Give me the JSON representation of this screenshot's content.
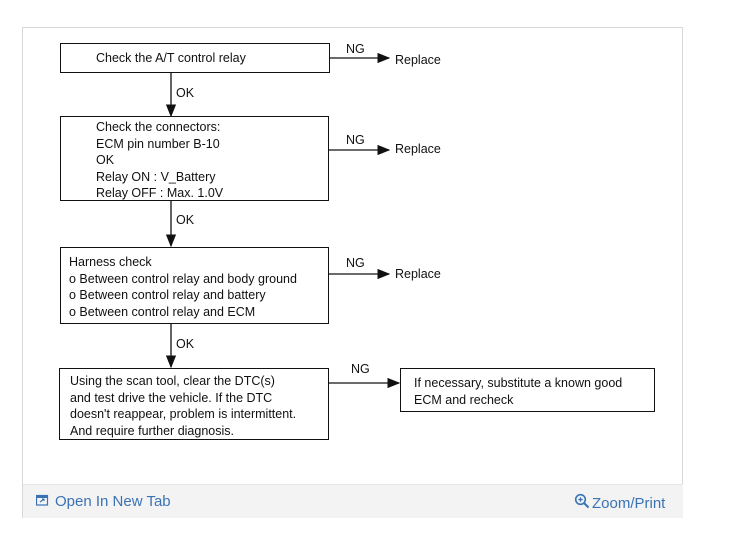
{
  "flowchart": {
    "step1": "Check the A/T control relay",
    "step2_lines": [
      "Check the connectors:",
      "ECM pin number B-10",
      "OK",
      "Relay ON : V_Battery",
      "Relay OFF : Max. 1.0V"
    ],
    "step3_lines": [
      "Harness check",
      "o Between control relay and body ground",
      "o Between control relay and battery",
      "o Between control relay and ECM"
    ],
    "step4_lines": [
      "Using the scan tool, clear the DTC(s)",
      "and test drive the vehicle. If the DTC",
      "doesn't reappear, problem is intermittent.",
      "And require further diagnosis."
    ],
    "step5_lines": [
      "If necessary, substitute a known good",
      "ECM and recheck"
    ],
    "ok_label": "OK",
    "ng_label": "NG",
    "replace_label": "Replace"
  },
  "footer": {
    "open_new_tab": "Open In New Tab",
    "zoom_print": "Zoom/Print"
  },
  "colors": {
    "link": "#3a73b5",
    "footer_bg": "#f3f3f3"
  }
}
